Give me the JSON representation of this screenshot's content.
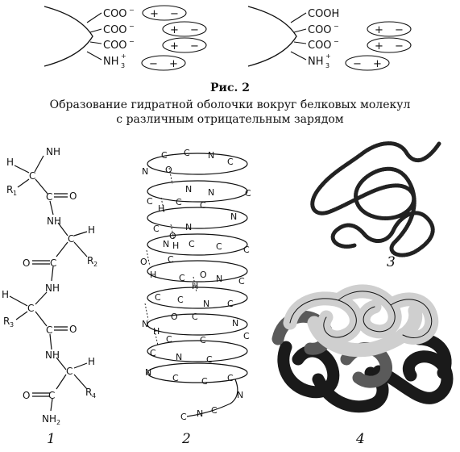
{
  "figure_label": "Рис. 2",
  "caption_line1": "Образование гидратной оболочки вокруг белковых молекул",
  "caption_line2": "с различным отрицательным зарядом",
  "left_molecule": {
    "groups": [
      "COO",
      "COO",
      "COO",
      "NH"
    ],
    "shells": [
      [
        "+",
        "−"
      ],
      [
        "+",
        "−"
      ],
      [
        "+",
        "−"
      ],
      [
        "−",
        "+"
      ]
    ]
  },
  "right_molecule": {
    "groups": [
      "COOH",
      "COO",
      "COO",
      "NH"
    ],
    "shells": [
      [
        "+",
        "−"
      ],
      [
        "+",
        "−"
      ],
      [
        "−",
        "+"
      ]
    ]
  },
  "charge_neg": "−",
  "charge_pos": "+",
  "subscript_3": "3",
  "structures": {
    "primary_number": "1",
    "helix_number": "2",
    "coil_number": "3",
    "quaternary_number": "4"
  },
  "primary_atoms": {
    "NH": "NH",
    "H": "H",
    "C": "C",
    "O": "O",
    "NH2": "NH",
    "sub2": "2",
    "R1": "R",
    "R1_sub": "1",
    "R2": "R",
    "R2_sub": "2",
    "R3": "R",
    "R3_sub": "3",
    "R4": "R",
    "R4_sub": "4"
  },
  "helix_atoms": {
    "C": "C",
    "N": "N",
    "O": "O",
    "H": "H"
  }
}
